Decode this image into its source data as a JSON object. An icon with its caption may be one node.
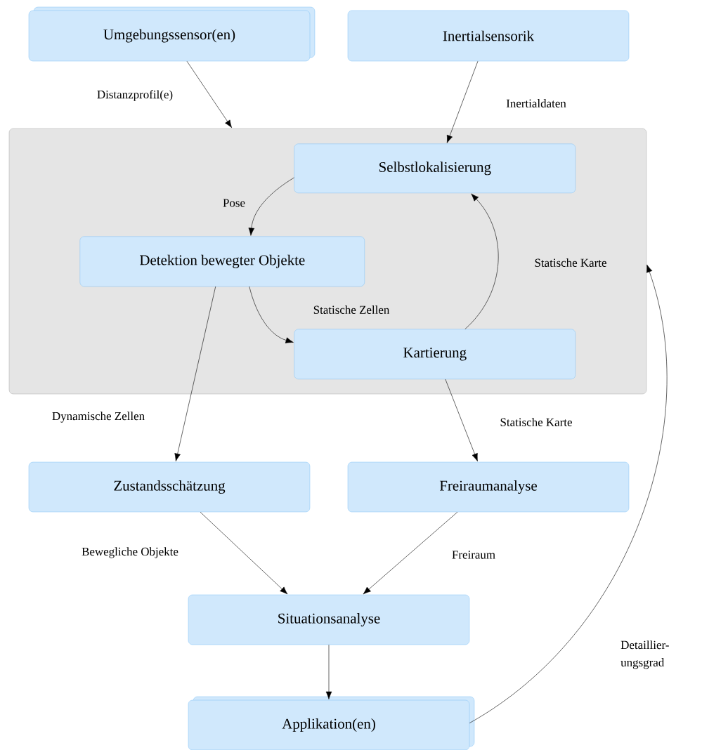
{
  "diagram": {
    "nodes": [
      {
        "text": [
          "Umgebungssensor(en)"
        ]
      },
      {
        "text": [
          "Inertialsensorik"
        ]
      },
      {
        "text": [],
        "shape": "box"
      },
      {
        "text": [
          "Selbstlokalisierung"
        ],
        "in": 2
      },
      {
        "text": [
          "Detektion bewegter Objekte"
        ],
        "in": 2
      },
      {
        "text": [
          "Kartierung"
        ],
        "in": 2
      },
      {
        "text": [
          "Zustandsschätzung"
        ]
      },
      {
        "text": [
          "Freiraumanalyse"
        ]
      },
      {
        "text": [
          "Situationsanalyse"
        ]
      },
      {
        "text": [
          "Applikation(en)"
        ]
      }
    ],
    "edges": [
      {
        "from": 0,
        "to": 2,
        "arrow": "to",
        "label": "Distanzprofil(e)"
      },
      {
        "from": 1,
        "to": 3,
        "arrow": "to",
        "label": "Inertialdaten"
      },
      {
        "from": 3,
        "to": 4,
        "arrow": "to",
        "label": "Pose"
      },
      {
        "from": 4,
        "to": 5,
        "arrow": "to",
        "label": "Statische Zellen"
      },
      {
        "from": 5,
        "to": 3,
        "arrow": "to",
        "label": "Statische Karte"
      },
      {
        "from": 4,
        "to": 6,
        "arrow": "to",
        "label": "Dynamische Zellen"
      },
      {
        "from": 5,
        "to": 7,
        "arrow": "to",
        "label": "Statische Karte"
      },
      {
        "from": 6,
        "to": 8,
        "arrow": "to",
        "label": "Bewegliche Objekte"
      },
      {
        "from": 7,
        "to": 8,
        "arrow": "to",
        "label": "Freiraum"
      },
      {
        "from": 8,
        "to": 9,
        "arrow": "to"
      },
      {
        "from": 9,
        "to": 2,
        "arrow": "to",
        "label": "Detaillier- ungsgrad"
      }
    ]
  }
}
